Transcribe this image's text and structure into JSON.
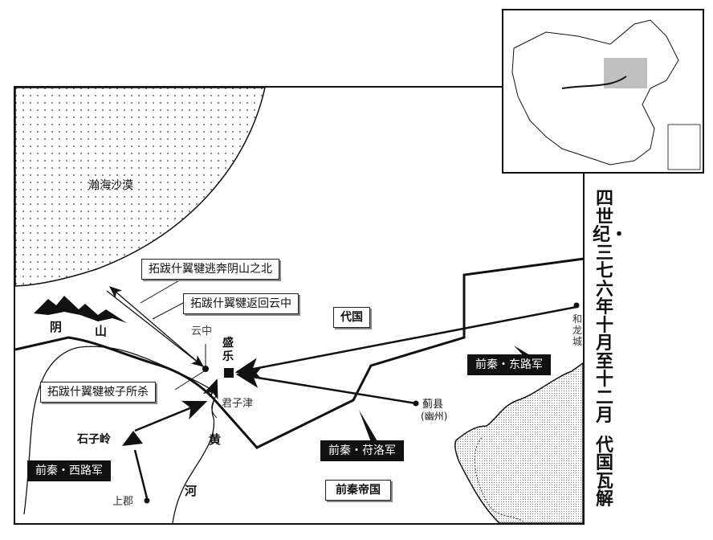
{
  "title": {
    "period": "四世纪・三七六年十月至十二月",
    "event": "代国瓦解"
  },
  "regions": {
    "desert": "瀚海沙漠",
    "dai": "代国",
    "qin_empire": "前秦帝国"
  },
  "mountains": {
    "yin_1": "阴",
    "yin_2": "山",
    "shiziling": "石子岭"
  },
  "river": {
    "huang": "黄",
    "he": "河"
  },
  "places": {
    "yunzhong": "云中",
    "shengle_1": "盛",
    "shengle_2": "乐",
    "junzijin": "君子津",
    "helongcheng": "和龙城",
    "jixian": "蓟县",
    "youzhou": "(幽州)",
    "shangjun": "上郡"
  },
  "annotations": {
    "flee_north": "拓跋什翼犍逃奔阴山之北",
    "return_yunzhong": "拓跋什翼犍返回云中",
    "killed": "拓跋什翼犍被子所杀"
  },
  "armies": {
    "east": "前秦・东路军",
    "fuluo": "前秦・苻洛军",
    "west": "前秦・西路军"
  },
  "colors": {
    "ink": "#111111",
    "paper": "#ffffff",
    "highlight": "#b0b0b0"
  }
}
